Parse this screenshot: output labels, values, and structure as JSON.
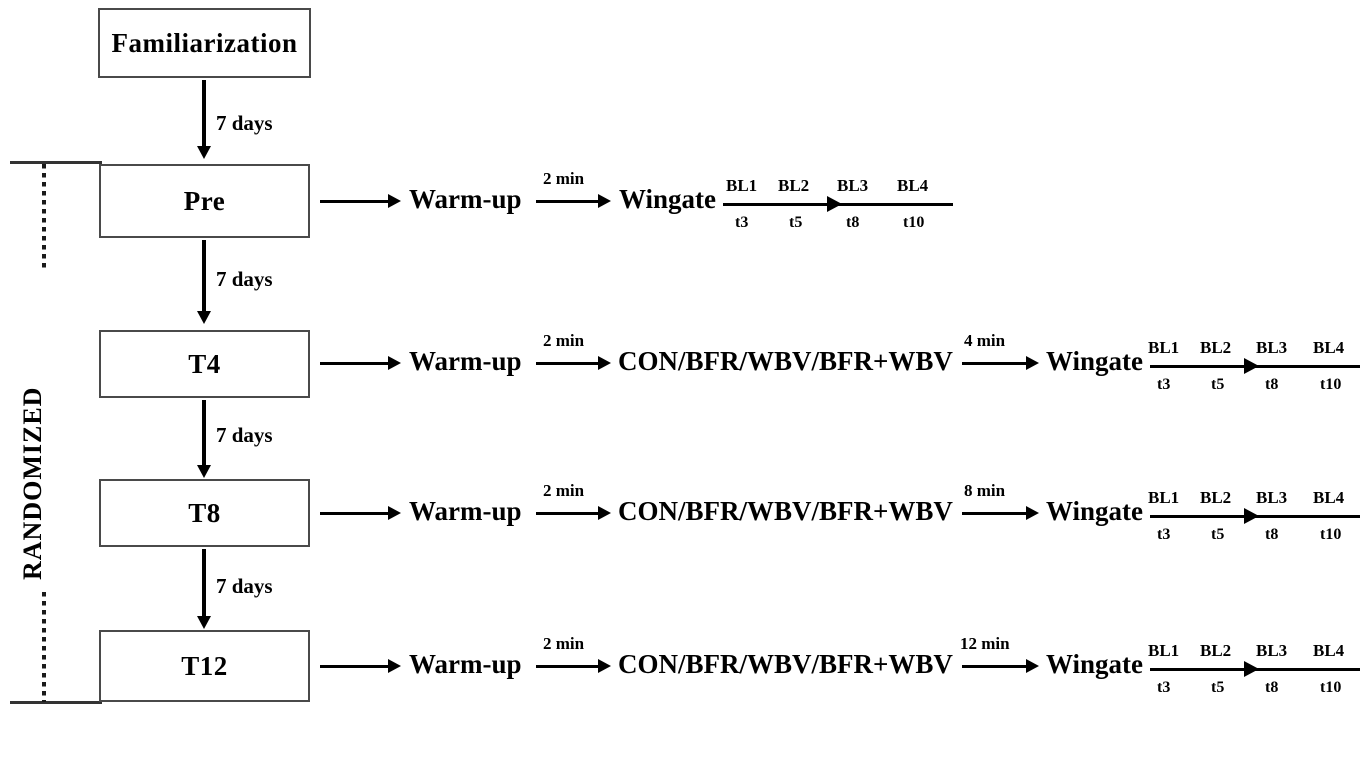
{
  "diagram": {
    "title": "Experimental design flowchart",
    "randomized_label": "RANDOMIZED",
    "interval_label": "7 days",
    "boxes": [
      {
        "id": "familiarization",
        "label": "Familiarization"
      },
      {
        "id": "pre",
        "label": "Pre"
      },
      {
        "id": "t4",
        "label": "T4"
      },
      {
        "id": "t8",
        "label": "T8"
      },
      {
        "id": "t12",
        "label": "T12"
      }
    ],
    "intervals": [
      {
        "from": "familiarization",
        "to": "pre",
        "label": "7 days"
      },
      {
        "from": "pre",
        "to": "t4",
        "label": "7 days"
      },
      {
        "from": "t4",
        "to": "t8",
        "label": "7 days"
      },
      {
        "from": "t8",
        "to": "t12",
        "label": "7 days"
      }
    ],
    "rows": [
      {
        "id": "row-pre",
        "box": "Pre",
        "warmup": "Warm-up",
        "warmup_delay": "2 min",
        "intervention": null,
        "intervention_delay": null,
        "test": "Wingate",
        "timeline": {
          "top_ticks": [
            "BL1",
            "BL2",
            "BL3",
            "BL4"
          ],
          "bottom_ticks": [
            "t3",
            "t5",
            "t8",
            "t10"
          ]
        }
      },
      {
        "id": "row-t4",
        "box": "T4",
        "warmup": "Warm-up",
        "warmup_delay": "2 min",
        "intervention": "CON/BFR/WBV/BFR+WBV",
        "intervention_delay": "4 min",
        "test": "Wingate",
        "timeline": {
          "top_ticks": [
            "BL1",
            "BL2",
            "BL3",
            "BL4"
          ],
          "bottom_ticks": [
            "t3",
            "t5",
            "t8",
            "t10"
          ]
        }
      },
      {
        "id": "row-t8",
        "box": "T8",
        "warmup": "Warm-up",
        "warmup_delay": "2 min",
        "intervention": "CON/BFR/WBV/BFR+WBV",
        "intervention_delay": "8 min",
        "test": "Wingate",
        "timeline": {
          "top_ticks": [
            "BL1",
            "BL2",
            "BL3",
            "BL4"
          ],
          "bottom_ticks": [
            "t3",
            "t5",
            "t8",
            "t10"
          ]
        }
      },
      {
        "id": "row-t12",
        "box": "T12",
        "warmup": "Warm-up",
        "warmup_delay": "2 min",
        "intervention": "CON/BFR/WBV/BFR+WBV",
        "intervention_delay": "12 min",
        "test": "Wingate",
        "timeline": {
          "top_ticks": [
            "BL1",
            "BL2",
            "BL3",
            "BL4"
          ],
          "bottom_ticks": [
            "t3",
            "t5",
            "t8",
            "t10"
          ]
        }
      }
    ],
    "colors": {
      "ink": "#000000",
      "box_border": "#4a4a4a",
      "background": "#ffffff"
    }
  }
}
